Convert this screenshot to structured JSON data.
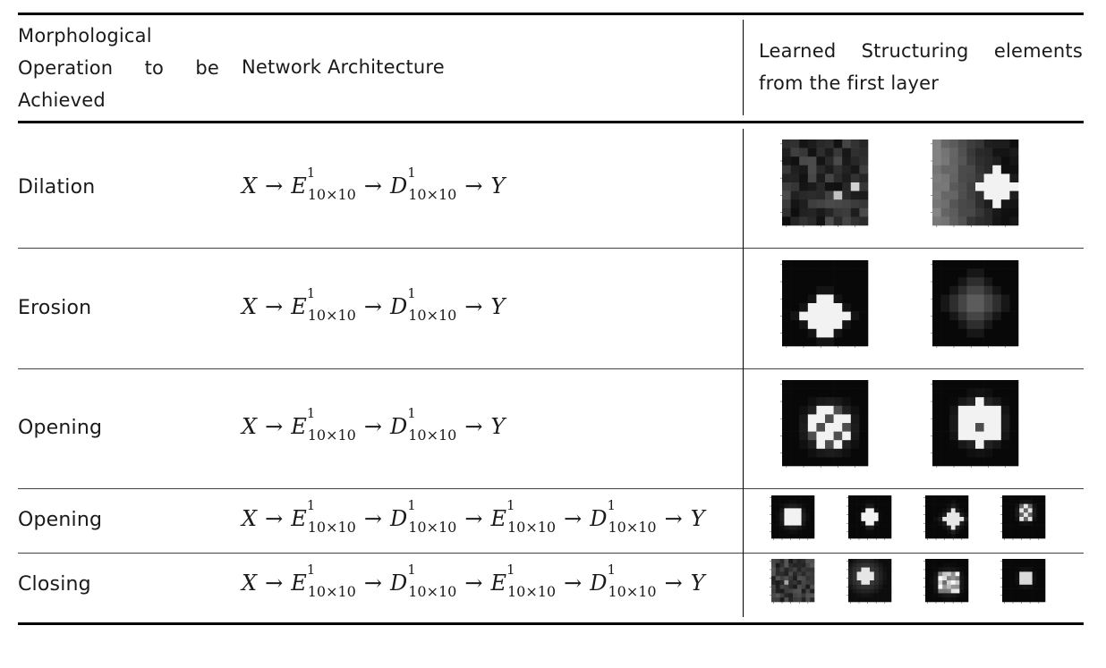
{
  "table": {
    "header": {
      "operation_lines": [
        "Morphological",
        "Operation",
        "to",
        "be",
        "Achieved"
      ],
      "network": "Network Architecture",
      "structuring_lines": [
        "Learned",
        "Structuring",
        "elements",
        "from the first layer"
      ]
    },
    "rows": [
      {
        "operation": "Dilation",
        "formula": {
          "X": "X",
          "arrow": "→",
          "Y": "Y",
          "ops": [
            {
              "sym": "E",
              "sup": "1",
              "sub": "10×10"
            },
            {
              "sym": "D",
              "sup": "1",
              "sub": "10×10"
            }
          ]
        },
        "images": [
          "dilation-se-1",
          "dilation-se-2"
        ]
      },
      {
        "operation": "Erosion",
        "formula": {
          "X": "X",
          "arrow": "→",
          "Y": "Y",
          "ops": [
            {
              "sym": "E",
              "sup": "1",
              "sub": "10×10"
            },
            {
              "sym": "D",
              "sup": "1",
              "sub": "10×10"
            }
          ]
        },
        "images": [
          "erosion-se-1",
          "erosion-se-2"
        ]
      },
      {
        "operation": "Opening",
        "formula": {
          "X": "X",
          "arrow": "→",
          "Y": "Y",
          "ops": [
            {
              "sym": "E",
              "sup": "1",
              "sub": "10×10"
            },
            {
              "sym": "D",
              "sup": "1",
              "sub": "10×10"
            }
          ]
        },
        "images": [
          "opening-se-1",
          "opening-se-2"
        ]
      },
      {
        "operation": "Opening",
        "formula": {
          "X": "X",
          "arrow": "→",
          "Y": "Y",
          "ops": [
            {
              "sym": "E",
              "sup": "1",
              "sub": "10×10"
            },
            {
              "sym": "D",
              "sup": "1",
              "sub": "10×10"
            },
            {
              "sym": "E",
              "sup": "1",
              "sub": "10×10"
            },
            {
              "sym": "D",
              "sup": "1",
              "sub": "10×10"
            }
          ]
        },
        "images": [
          "opening2-se-1",
          "opening2-se-2",
          "opening2-se-3",
          "opening2-se-4"
        ]
      },
      {
        "operation": "Closing",
        "formula": {
          "X": "X",
          "arrow": "→",
          "Y": "Y",
          "ops": [
            {
              "sym": "E",
              "sup": "1",
              "sub": "10×10"
            },
            {
              "sym": "D",
              "sup": "1",
              "sub": "10×10"
            },
            {
              "sym": "E",
              "sup": "1",
              "sub": "10×10"
            },
            {
              "sym": "D",
              "sup": "1",
              "sub": "10×10"
            }
          ]
        },
        "images": [
          "closing-se-1",
          "closing-se-2",
          "closing-se-3",
          "closing-se-4"
        ]
      }
    ]
  },
  "colors": {
    "rule": "#000000",
    "image_bg": "#0a0a0a",
    "image_fg": "#ffffff"
  }
}
